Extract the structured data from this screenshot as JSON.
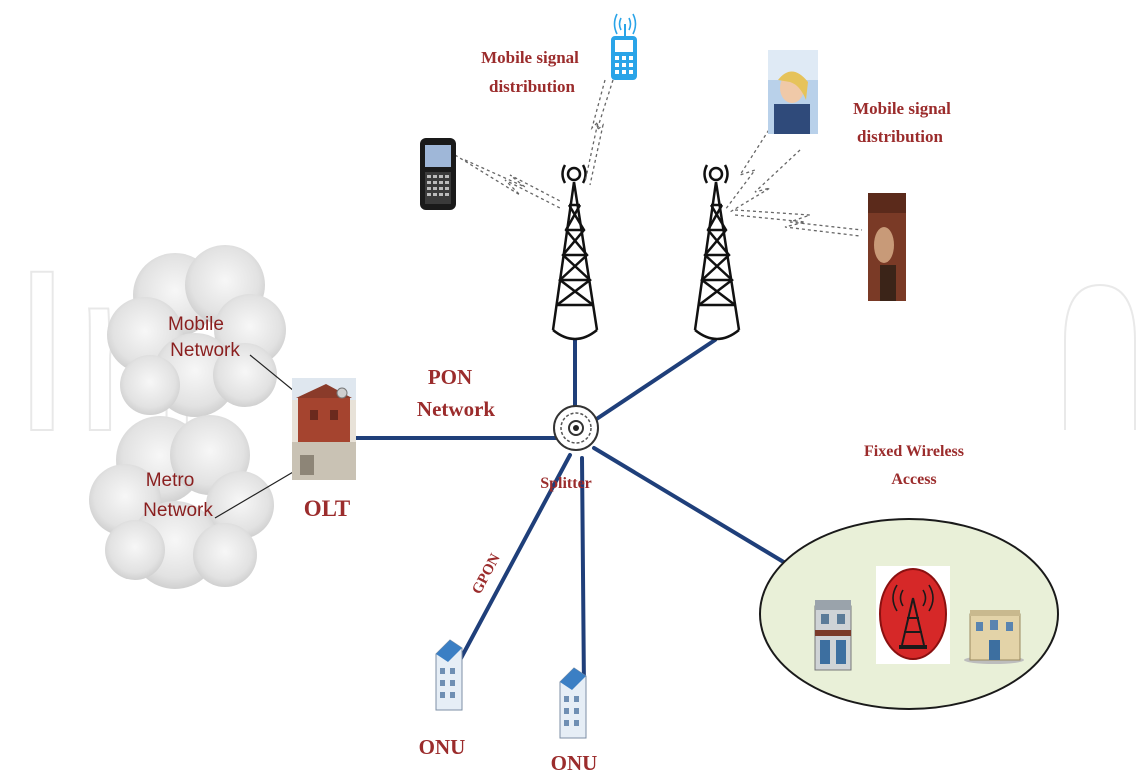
{
  "diagram": {
    "watermark": "In",
    "labels": {
      "mobile_signal_top": [
        "Mobile signal",
        "distribution"
      ],
      "mobile_signal_right": [
        "Mobile signal",
        "distribution"
      ],
      "pon_network": [
        "PON",
        "Network"
      ],
      "olt": "OLT",
      "splitter": "Splitter",
      "gpon": "GPON",
      "onu_left": "ONU",
      "onu_right": "ONU",
      "fixed_wireless": [
        "Fixed Wireless",
        "Access"
      ],
      "mobile_network": [
        "Mobile",
        "Network"
      ],
      "metro_network": [
        "Metro",
        "Network"
      ]
    },
    "colors": {
      "fiber": "#1f3f7a",
      "label": "#9b2c2c",
      "cloud": "#d9d9d9",
      "ellipse_fill": "#e9f0d8",
      "wireless_disc": "#d62828",
      "phone_blue": "#2aa4e8"
    },
    "icons": [
      "cloud-icon",
      "olt-building-icon",
      "splitter-icon",
      "tower-icon",
      "onu-building-icon",
      "smartphone-icon",
      "cellphone-icon",
      "wireless-tower-icon",
      "shop-icon",
      "house-icon"
    ]
  }
}
